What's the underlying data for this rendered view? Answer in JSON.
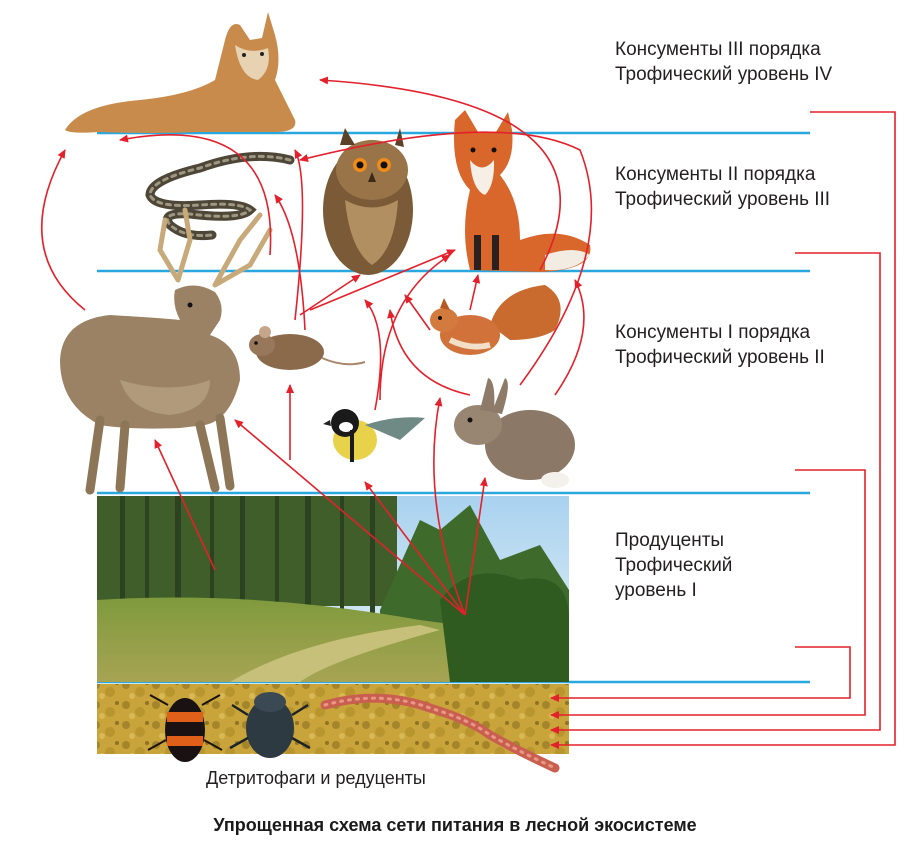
{
  "levels": [
    {
      "line1": "Консументы III порядка",
      "line2": "Трофический уровень IV"
    },
    {
      "line1": "Консументы II порядка",
      "line2": "Трофический уровень III"
    },
    {
      "line1": "Консументы I порядка",
      "line2": "Трофический уровень II"
    },
    {
      "line1": "Продуценты",
      "line2": "Трофический",
      "line3": "уровень I"
    }
  ],
  "detritivores_label": "Детритофаги и редуценты",
  "caption": "Упрощенная схема сети питания в лесной экосистеме",
  "colors": {
    "level_line": "#29a8e0",
    "arrow": "#e3202b",
    "soil": "#c9a63a"
  },
  "organisms": [
    "lynx",
    "snake",
    "owl",
    "fox",
    "deer",
    "mouse",
    "squirrel",
    "tit",
    "hare",
    "forest",
    "burying-beetle",
    "dung-beetle",
    "earthworm"
  ]
}
